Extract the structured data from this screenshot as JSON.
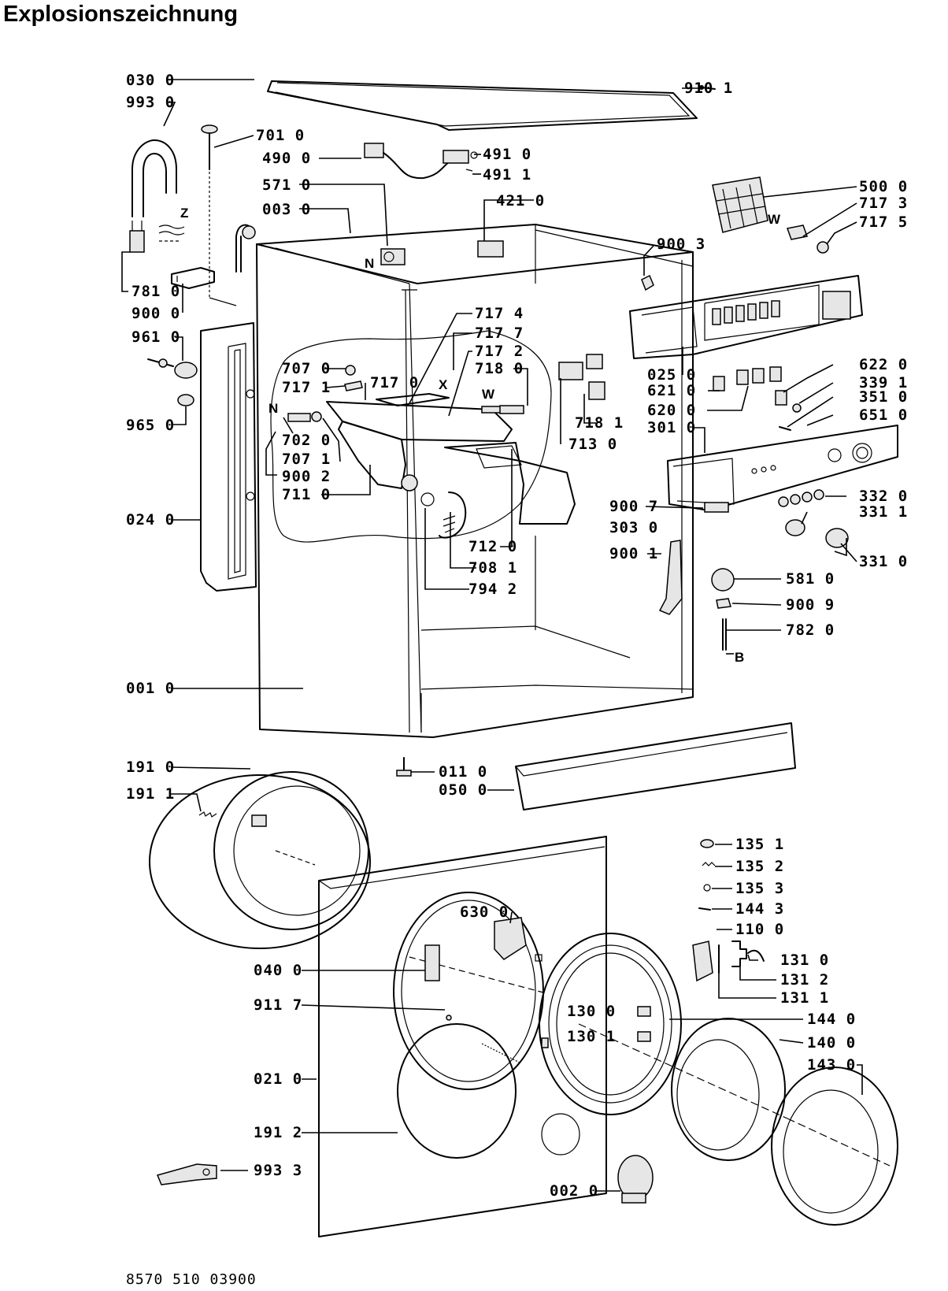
{
  "title": "Explosionszeichnung",
  "footer_code": "8570 510 03900",
  "parts": [
    "030 0",
    "993 0",
    "701 0",
    "490 0",
    "491 0",
    "491 1",
    "571 0",
    "421 0",
    "003 0",
    "910 1",
    "500 0",
    "717 3",
    "717 5",
    "900 3",
    "781 0",
    "900 0",
    "961 0",
    "965 0",
    "717 4",
    "717 7",
    "717 2",
    "718 0",
    "707 0",
    "717 1",
    "717 0",
    "702 0",
    "707 1",
    "900 2",
    "711 0",
    "718 1",
    "713 0",
    "025 0",
    "622 0",
    "621 0",
    "339 1",
    "620 0",
    "351 0",
    "301 0",
    "651 0",
    "024 0",
    "900 7",
    "332 0",
    "303 0",
    "331 1",
    "712 0",
    "708 1",
    "900 1",
    "331 0",
    "794 2",
    "581 0",
    "900 9",
    "782 0",
    "001 0",
    "191 0",
    "011 0",
    "050 0",
    "191 1",
    "135 1",
    "135 2",
    "135 3",
    "144 3",
    "110 0",
    "630 0",
    "040 0",
    "131 0",
    "131 2",
    "131 1",
    "911 7",
    "130 0",
    "144 0",
    "130 1",
    "140 0",
    "143 0",
    "021 0",
    "191 2",
    "993 3",
    "002 0"
  ],
  "tags": [
    "Z",
    "N",
    "W",
    "N",
    "X",
    "W",
    "B"
  ]
}
